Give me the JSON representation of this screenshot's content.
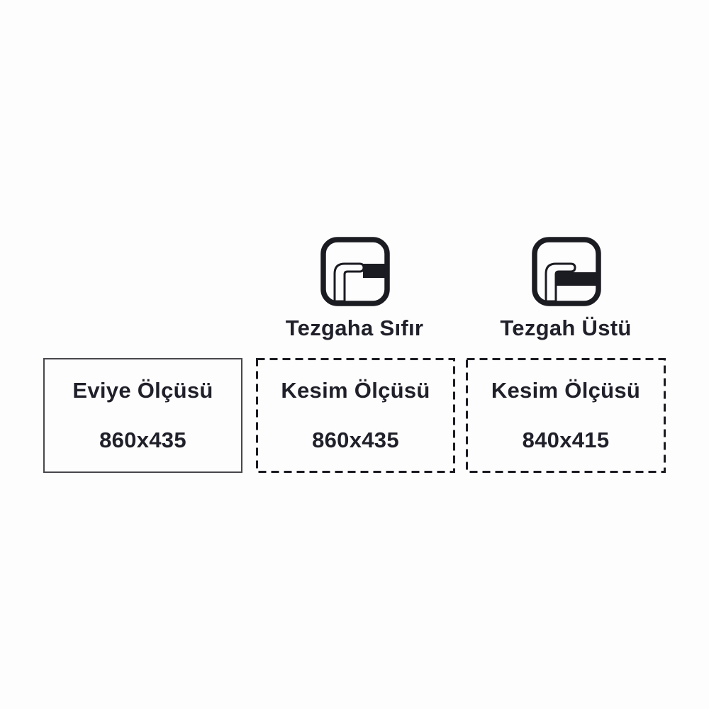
{
  "colors": {
    "background": "#fdfdfd",
    "text": "#20202a",
    "icon_stroke": "#1b1b22",
    "solid_border": "#47474d",
    "dashed_border": "#1b1b22"
  },
  "mount_options": [
    {
      "label": "Tezgaha Sıfır",
      "icon": "flush-mount-icon"
    },
    {
      "label": "Tezgah Üstü",
      "icon": "overmount-icon"
    }
  ],
  "size_boxes": [
    {
      "title": "Eviye Ölçüsü",
      "value": "860x435",
      "border_style": "solid"
    },
    {
      "title": "Kesim Ölçüsü",
      "value": "860x435",
      "border_style": "dashed"
    },
    {
      "title": "Kesim Ölçüsü",
      "value": "840x415",
      "border_style": "dashed"
    }
  ]
}
